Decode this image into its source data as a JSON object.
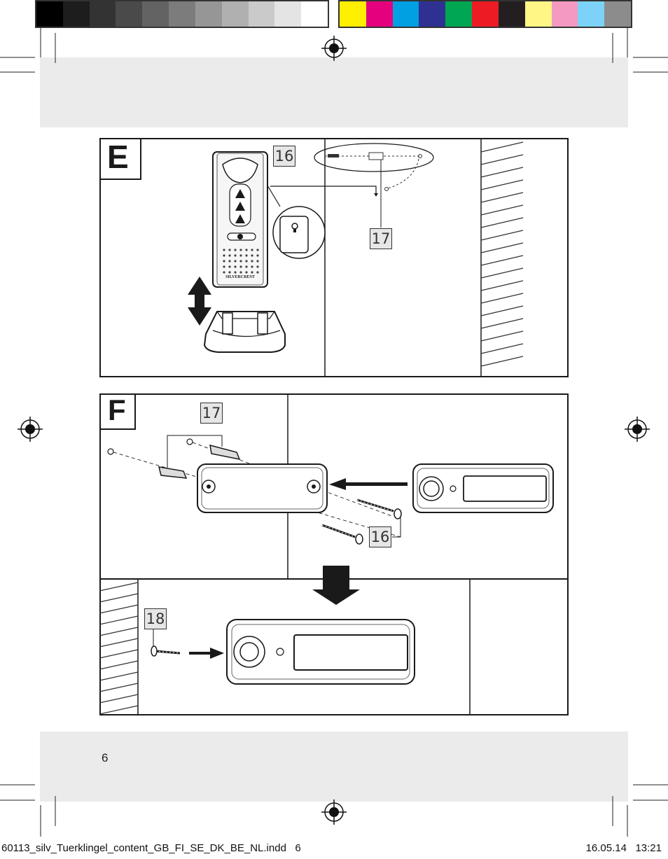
{
  "color_bar": {
    "grayscale": [
      "#000000",
      "#1d1d1d",
      "#333333",
      "#4a4a4a",
      "#636363",
      "#7c7c7c",
      "#969696",
      "#b0b0b0",
      "#cacaca",
      "#e4e4e4",
      "#ffffff"
    ],
    "process": [
      "#ffef00",
      "#e5007e",
      "#00a0e3",
      "#2e3192",
      "#00a651",
      "#ed1c24",
      "#231f20",
      "#fff685",
      "#f49ac1",
      "#7dd3f7",
      "#8c8c8c"
    ]
  },
  "panel_e": {
    "label": "E",
    "callouts": {
      "a": "16",
      "b": "17"
    },
    "brand_text": "SilverCrest"
  },
  "panel_f": {
    "label": "F",
    "callouts": {
      "a": "17",
      "b": "16",
      "c": "18"
    }
  },
  "page": {
    "number": "6",
    "slug_left": "60113_silv_Tuerklingel_content_GB_FI_SE_DK_BE_NL.indd   6",
    "slug_right": "16.05.14   13:21"
  }
}
